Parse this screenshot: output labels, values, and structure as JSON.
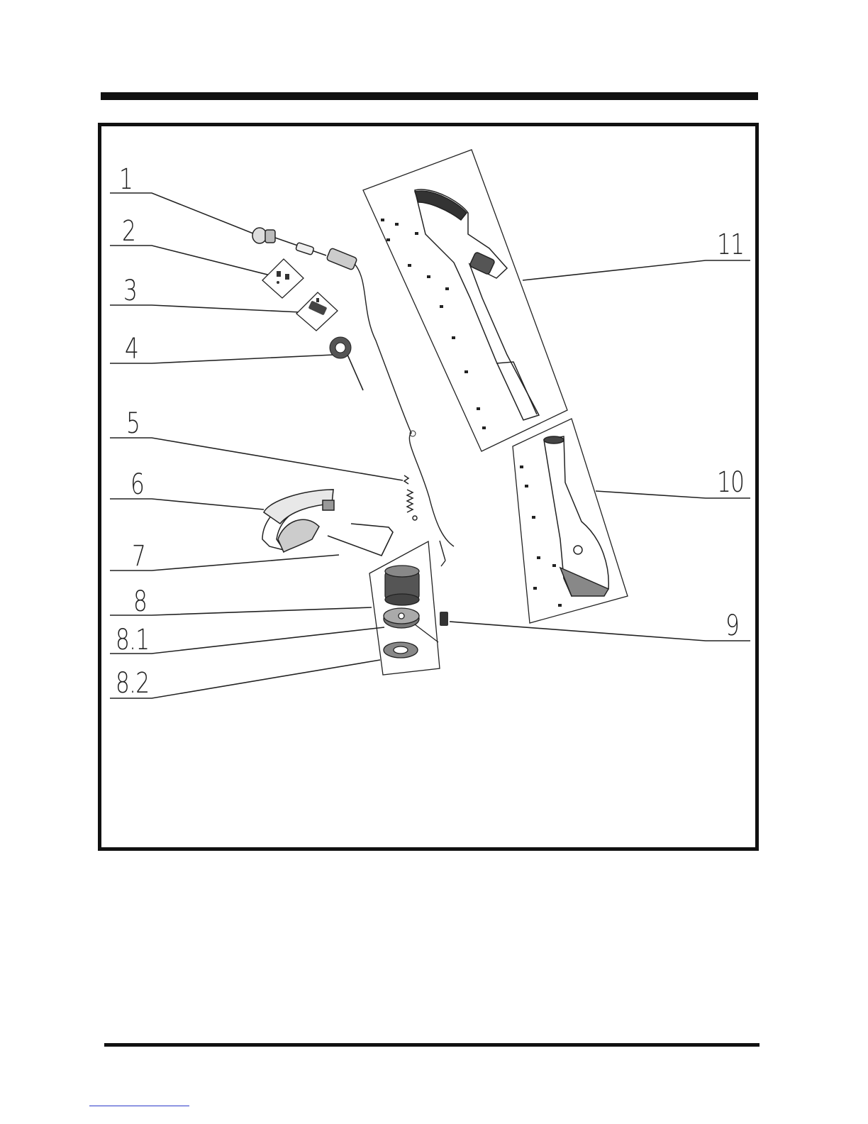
{
  "callouts": [
    {
      "id": "c1",
      "label": "1"
    },
    {
      "id": "c2",
      "label": "2"
    },
    {
      "id": "c3",
      "label": "3"
    },
    {
      "id": "c4",
      "label": "4"
    },
    {
      "id": "c5",
      "label": "5"
    },
    {
      "id": "c6",
      "label": "6"
    },
    {
      "id": "c7",
      "label": "7"
    },
    {
      "id": "c8",
      "label": "8"
    },
    {
      "id": "c81",
      "label": "8.1"
    },
    {
      "id": "c82",
      "label": "8.2"
    },
    {
      "id": "c9",
      "label": "9"
    },
    {
      "id": "c10",
      "label": "10"
    },
    {
      "id": "c11",
      "label": "11"
    }
  ]
}
